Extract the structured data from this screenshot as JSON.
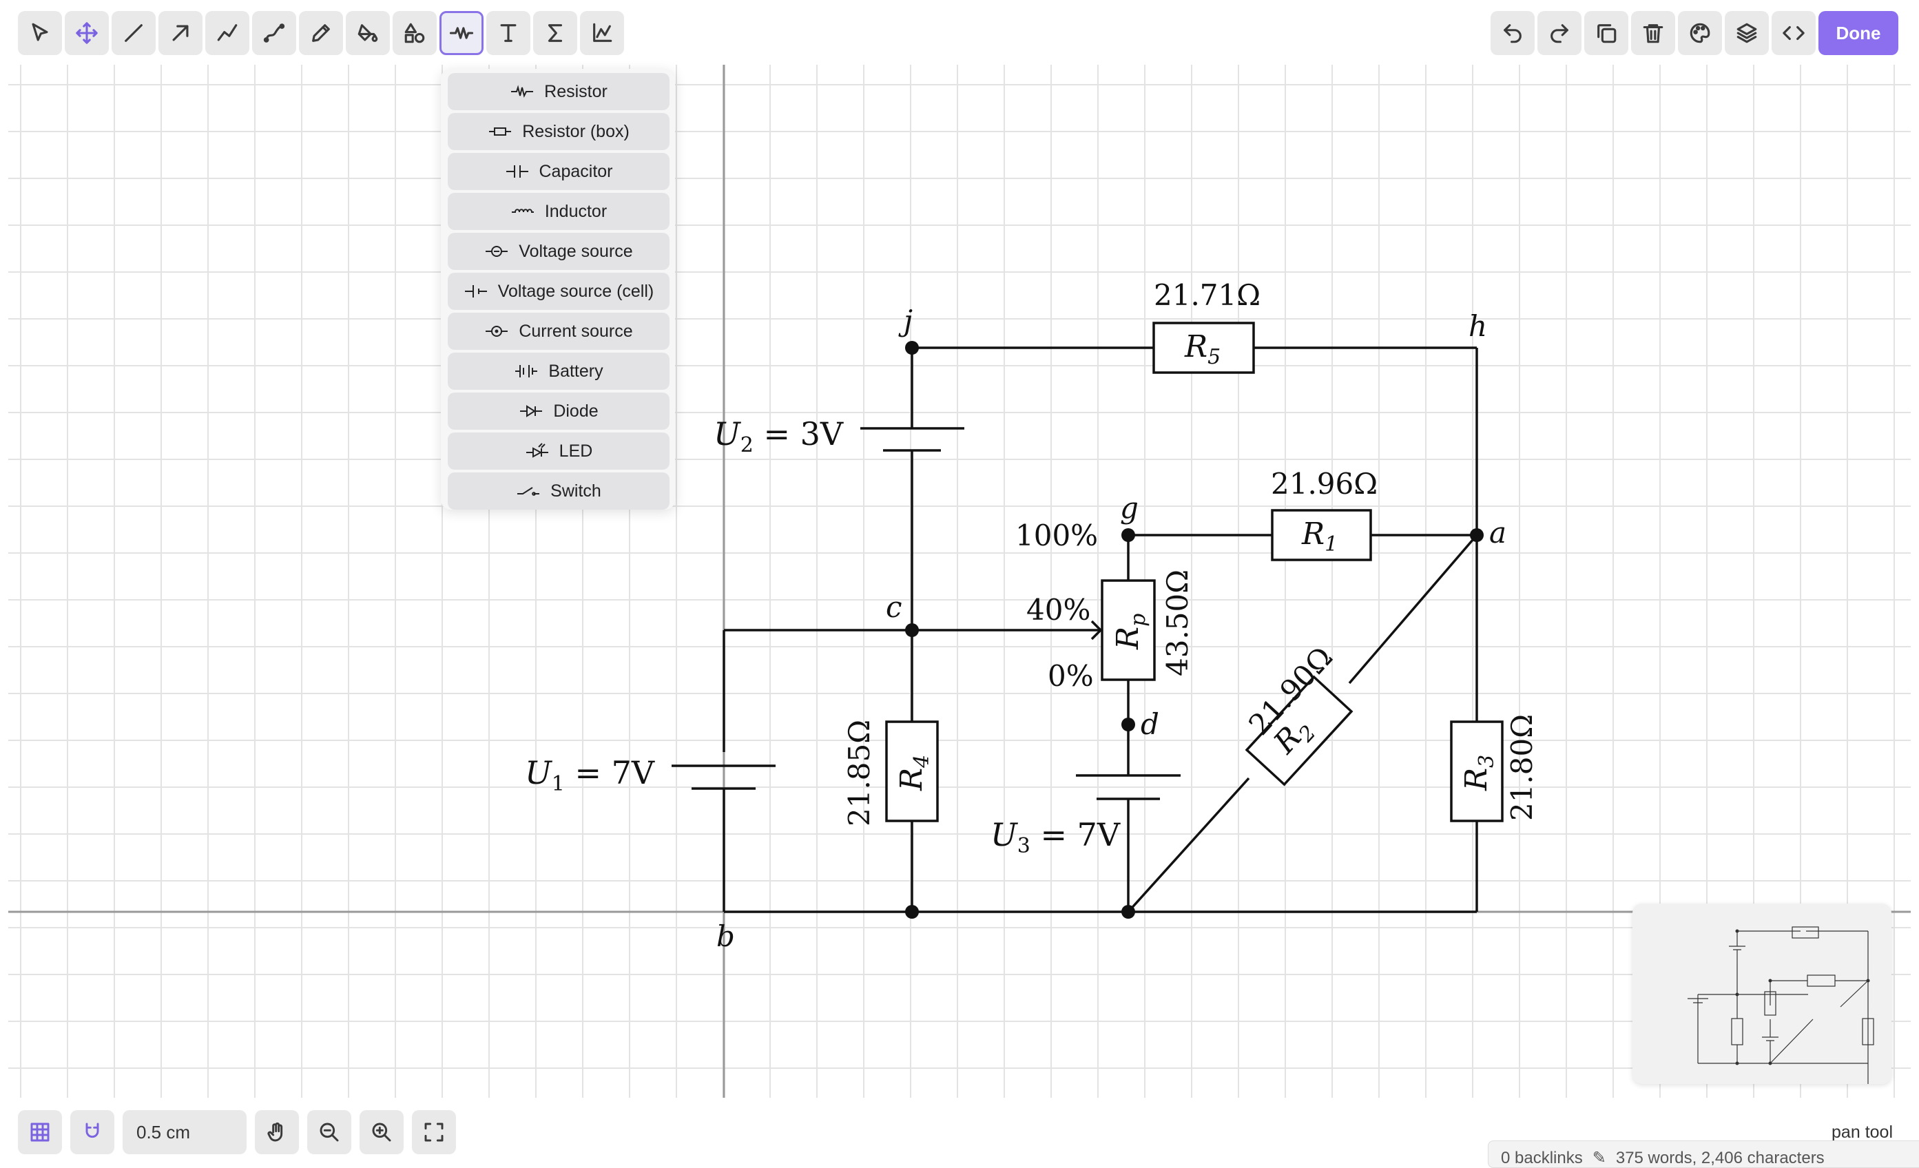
{
  "toolbar": {
    "tools": [
      {
        "name": "select-tool",
        "icon": "cursor-icon"
      },
      {
        "name": "move-tool",
        "icon": "move-icon"
      },
      {
        "name": "line-tool",
        "icon": "line-icon"
      },
      {
        "name": "arrow-tool",
        "icon": "arrow-icon"
      },
      {
        "name": "polyline-tool",
        "icon": "polyline-icon"
      },
      {
        "name": "curve-tool",
        "icon": "curve-icon"
      },
      {
        "name": "pencil-tool",
        "icon": "pencil-icon"
      },
      {
        "name": "fill-tool",
        "icon": "fill-bucket-icon"
      },
      {
        "name": "shapes-tool",
        "icon": "shapes-icon"
      },
      {
        "name": "circuit-tool",
        "icon": "resistor-icon"
      },
      {
        "name": "text-tool",
        "icon": "text-icon"
      },
      {
        "name": "math-tool",
        "icon": "sigma-icon"
      },
      {
        "name": "chart-tool",
        "icon": "chart-icon"
      }
    ],
    "actions": [
      "undo-icon",
      "redo-icon",
      "duplicate-icon",
      "trash-icon",
      "palette-icon",
      "layers-icon",
      "code-icon"
    ],
    "done_label": "Done"
  },
  "component_menu": {
    "items": [
      {
        "label": "Resistor",
        "icon": "resistor-icon"
      },
      {
        "label": "Resistor (box)",
        "icon": "resistor-box-icon"
      },
      {
        "label": "Capacitor",
        "icon": "capacitor-icon"
      },
      {
        "label": "Inductor",
        "icon": "inductor-icon"
      },
      {
        "label": "Voltage source",
        "icon": "voltage-source-icon"
      },
      {
        "label": "Voltage source (cell)",
        "icon": "cell-icon"
      },
      {
        "label": "Current source",
        "icon": "current-source-icon"
      },
      {
        "label": "Battery",
        "icon": "battery-icon"
      },
      {
        "label": "Diode",
        "icon": "diode-icon"
      },
      {
        "label": "LED",
        "icon": "led-icon"
      },
      {
        "label": "Switch",
        "icon": "switch-icon"
      }
    ]
  },
  "circuit": {
    "nodes": {
      "j": "j",
      "h": "h",
      "g": "g",
      "a": "a",
      "c": "c",
      "d": "d",
      "b": "b"
    },
    "R5": {
      "name": "R",
      "sub": "5",
      "value": "21.71Ω"
    },
    "R1": {
      "name": "R",
      "sub": "1",
      "value": "21.96Ω"
    },
    "Rp": {
      "name": "R",
      "sub": "p",
      "value": "43.50Ω",
      "top": "100%",
      "mid": "40%",
      "bottom": "0%"
    },
    "R2": {
      "name": "R",
      "sub": "2",
      "value": "21.90Ω"
    },
    "R3": {
      "name": "R",
      "sub": "3",
      "value": "21.80Ω"
    },
    "R4": {
      "name": "R",
      "sub": "4",
      "value": "21.85Ω"
    },
    "U1": {
      "name": "U",
      "sub": "1",
      "rest": " = 7V"
    },
    "U2": {
      "name": "U",
      "sub": "2",
      "rest": " = 3V"
    },
    "U3": {
      "name": "U",
      "sub": "3",
      "rest": " = 7V"
    }
  },
  "bottombar": {
    "scale_value": "0.5 cm",
    "buttons": [
      "grid-icon",
      "magnet-icon",
      "hand-icon",
      "zoom-out-icon",
      "zoom-in-icon",
      "fullscreen-icon"
    ]
  },
  "status": {
    "tool_label": "pan tool",
    "backlinks": "0 backlinks",
    "counts": "375 words, 2,406 characters"
  }
}
